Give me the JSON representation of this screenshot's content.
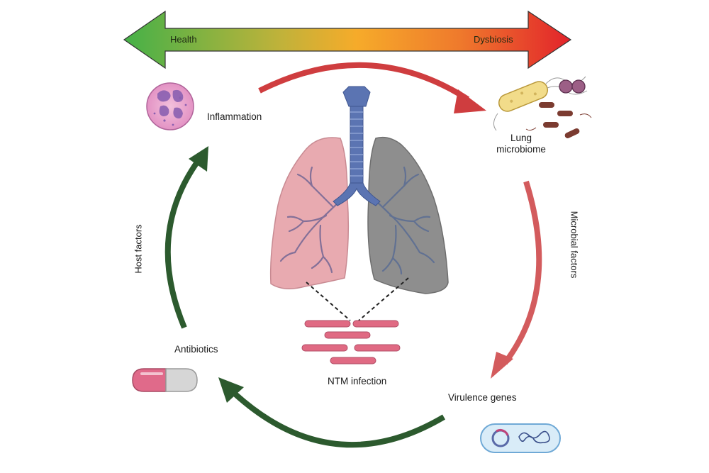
{
  "scale": {
    "left_label": "Health",
    "right_label": "Dysbiosis"
  },
  "labels": {
    "inflammation": "Inflammation",
    "lung_microbiome_line1": "Lung",
    "lung_microbiome_line2": "microbiome",
    "microbial_factors": "Microbial factors",
    "virulence_genes": "Virulence genes",
    "ntm_infection": "NTM infection",
    "antibiotics": "Antibiotics",
    "host_factors": "Host factors"
  },
  "colors": {
    "health_green": "#4caf3e",
    "mid_orange": "#f5a623",
    "dysbiosis_red": "#e0202a",
    "cycle_red": "#d5484a",
    "cycle_green": "#2c5a2e",
    "lung_pink": "#e8aab0",
    "lung_gray": "#8e8e8e",
    "trachea_blue": "#5b74b2",
    "bacillus_pink": "#e06a83"
  }
}
